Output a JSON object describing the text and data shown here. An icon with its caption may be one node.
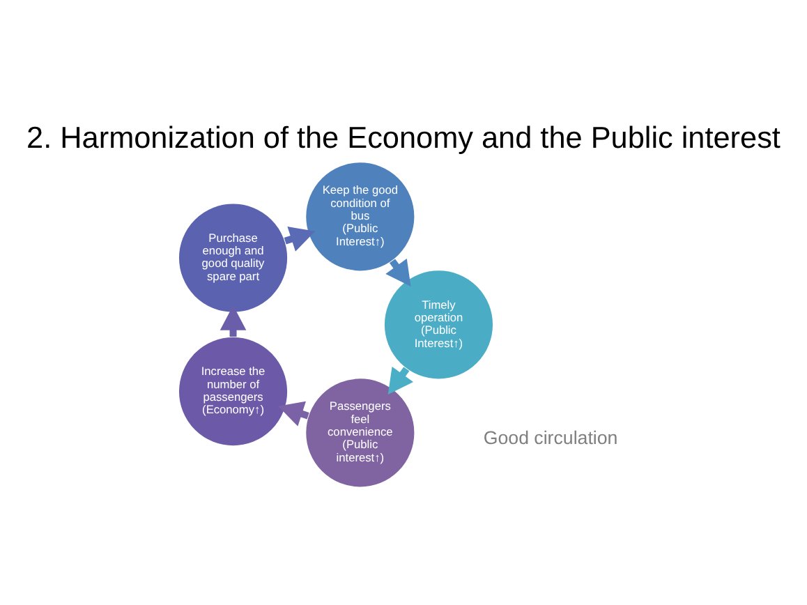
{
  "diagram": {
    "title": "2. Harmonization of the Economy and the Public interest",
    "nodes": [
      {
        "text": [
          "Passengers feel convenience",
          "(Public interest↑)"
        ]
      },
      {
        "text": [
          "Increase the number of passengers",
          "(Economy↑)"
        ]
      },
      {
        "text": [
          "Purchase enough and good quality spare part"
        ]
      },
      {
        "text": [
          "Keep the good condition of bus",
          "(Public Interest↑)"
        ]
      },
      {
        "text": [
          "Timely operation",
          "(Public Interest↑)"
        ]
      }
    ],
    "edges": [
      {
        "from": 0,
        "to": 1,
        "arrow": "to",
        "color": "#7b62a6"
      },
      {
        "from": 1,
        "to": 2,
        "arrow": "to",
        "color": "#6a5eab"
      },
      {
        "from": 2,
        "to": 3,
        "arrow": "to",
        "color": "#5a6ab5"
      },
      {
        "from": 3,
        "to": 4,
        "arrow": "to",
        "color": "#4f85bf"
      },
      {
        "from": 4,
        "to": 0,
        "arrow": "to",
        "color": "#4aaec6"
      }
    ],
    "labels": [
      "Good circulation"
    ]
  }
}
